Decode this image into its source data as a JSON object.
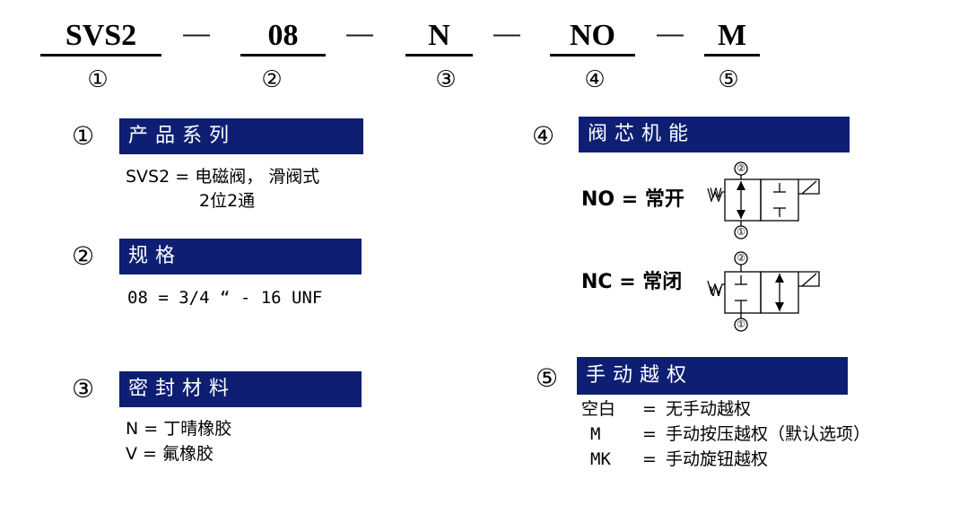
{
  "model_code": {
    "parts": [
      "SVS2",
      "08",
      "N",
      "NO",
      "M"
    ],
    "separator": "—",
    "numbers": [
      "①",
      "②",
      "③",
      "④",
      "⑤"
    ]
  },
  "sections": {
    "s1": {
      "num": "①",
      "title": "产品系列",
      "lines": [
        "SVS2 = 电磁阀， 滑阀式",
        "2位2通"
      ]
    },
    "s2": {
      "num": "②",
      "title": "规格",
      "lines": [
        "08 = 3/4 “ - 16 UNF"
      ]
    },
    "s3": {
      "num": "③",
      "title": "密封材料",
      "lines": [
        "N = 丁晴橡胶",
        "V = 氟橡胶"
      ]
    },
    "s4": {
      "num": "④",
      "title": "阀芯机能",
      "no_label": "NO = 常开",
      "nc_label": "NC = 常闭",
      "port_top": "②",
      "port_bottom": "①",
      "spring": "W"
    },
    "s5": {
      "num": "⑤",
      "title": "手动越权",
      "rows": [
        {
          "key": "空白",
          "eq": "=",
          "value": "无手动越权"
        },
        {
          "key": "M",
          "eq": "=",
          "value": "手动按压越权（默认选项）"
        },
        {
          "key": "MK",
          "eq": "=",
          "value": "手动旋钮越权"
        }
      ]
    }
  }
}
